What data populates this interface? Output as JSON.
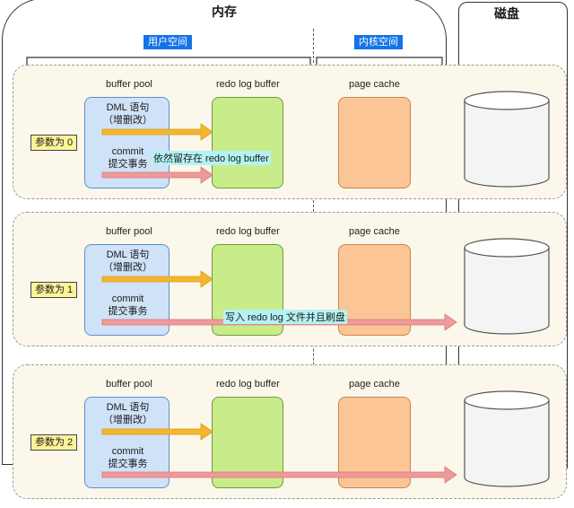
{
  "labels": {
    "memory": "内存",
    "disk": "磁盘",
    "user_space": "用户空间",
    "kernel_space": "内核空间",
    "buffer_pool": "buffer pool",
    "redo_log_buffer": "redo log buffer",
    "page_cache": "page cache",
    "dml_line1": "DML 语句",
    "dml_line2": "（增删改）",
    "commit_line1": "commit",
    "commit_line2": "提交事务"
  },
  "panels": [
    {
      "param": "参数为 0",
      "note": "依然留存在 redo log buffer"
    },
    {
      "param": "参数为 1",
      "note": "写入 redo log 文件并且刷盘"
    },
    {
      "param": "参数为 2",
      "note": ""
    }
  ],
  "colors": {
    "buffer_pool": "#cfe2f7",
    "redo_log_buffer": "#c9ec8a",
    "page_cache": "#fbc596",
    "param_badge": "#fff39a",
    "space_tag": "#1473e6",
    "highlight": "#b5f2f4",
    "dml_arrow": "#f4b62e",
    "commit_arrow": "#ef9a9a"
  }
}
